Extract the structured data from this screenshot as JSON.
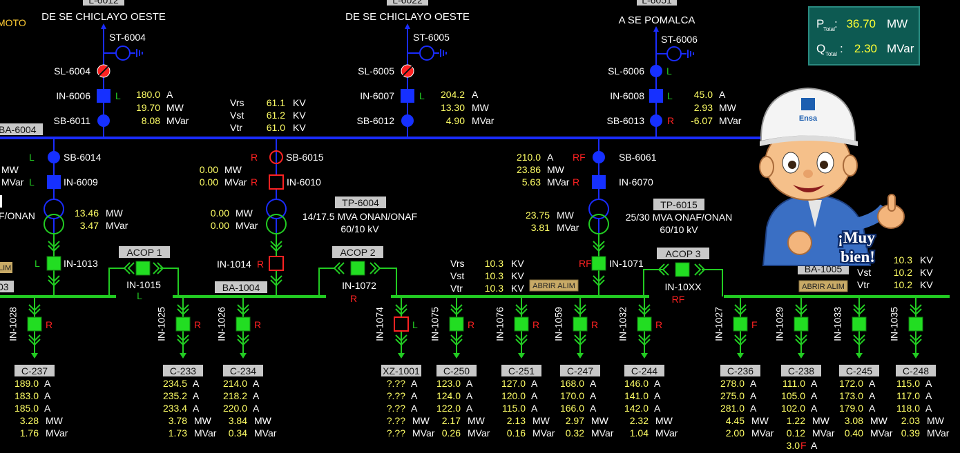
{
  "top_sources": [
    {
      "tag": "L-6012",
      "label": "DE SE CHICLAYO OESTE",
      "st": "ST-6004",
      "sl": "SL-6004",
      "in": "IN-6006",
      "sb": "SB-6011",
      "state": "L",
      "A": "180.0",
      "MW": "19.70",
      "MVar": "8.08"
    },
    {
      "tag": "L-6022",
      "label": "DE SE CHICLAYO OESTE",
      "st": "ST-6005",
      "sl": "SL-6005",
      "in": "IN-6007",
      "sb": "SB-6012",
      "state": "L",
      "A": "204.2",
      "MW": "13.30",
      "MVar": "4.90"
    },
    {
      "tag": "L-6051",
      "label": "A SE POMALCA",
      "st": "ST-6006",
      "sl": "SL-6006",
      "in": "IN-6008",
      "sb": "SB-6013",
      "state": "L",
      "sl_state": "L",
      "sb_state": "R",
      "A": "45.0",
      "MW": "2.93",
      "MVar": "-6.07"
    }
  ],
  "left_cut_label": "MOTO",
  "main_bus": {
    "tag": "BA-6004",
    "Vrs": "61.1",
    "Vst": "61.2",
    "Vtr": "61.0",
    "labels": {
      "vrs": "Vrs",
      "vst": "Vst",
      "vtr": "Vtr"
    },
    "unit": "KV"
  },
  "units": {
    "A": "A",
    "MW": "MW",
    "MVar": "MVar"
  },
  "totals": {
    "p_label": "P",
    "p_sub": "Total",
    "p_value": "36.70",
    "p_unit": "MW",
    "q_label": "Q",
    "q_sub": "Total",
    "q_value": "2.30",
    "q_unit": "MVar"
  },
  "transformer_bays": {
    "t1": {
      "sb": "SB-6014",
      "in": "IN-6009",
      "low": "IN-1013",
      "sb_state": "L",
      "in_state": "L",
      "low_state": "L",
      "hv_MW_cut": "MW",
      "hv_MVar_cut": "MVar",
      "spec_cut": "F/ONAN",
      "MW": "13.46",
      "MVar": "3.47"
    },
    "t2": {
      "sb": "SB-6015",
      "in": "IN-6010",
      "low": "IN-1014",
      "sb_state": "R",
      "in_state": "R",
      "low_state": "R",
      "hv_MW": "0.00",
      "hv_MVar": "0.00",
      "MW": "0.00",
      "MVar": "0.00",
      "tag": "TP-6004",
      "spec1": "14/17.5 MVA ONAN/ONAF",
      "spec2": "60/10 kV"
    },
    "t3": {
      "sb": "SB-6061",
      "in": "IN-6070",
      "low": "IN-1071",
      "sb_state": "RF",
      "in_state": "R",
      "low_state": "RF",
      "hv_A": "210.0",
      "hv_MW": "23.86",
      "hv_MVar": "5.63",
      "MW": "23.75",
      "MVar": "3.81",
      "tag": "TP-6015",
      "spec1": "25/30 MVA ONAF/ONAN",
      "spec2": "60/10 kV"
    }
  },
  "couplers": [
    {
      "tag": "ACOP 1",
      "in": "IN-1015",
      "state": "L"
    },
    {
      "tag": "ACOP 2",
      "in": "IN-1072",
      "state": "R"
    },
    {
      "tag": "ACOP 3",
      "in": "IN-10XX",
      "state": "RF"
    }
  ],
  "mv_buses": {
    "b1_cut": "03",
    "b1_btn_cut": "LIM",
    "b2": "BA-1004",
    "b4": "BA-1005"
  },
  "mv_meters": {
    "bus3": {
      "Vrs": "10.3",
      "Vst": "10.3",
      "Vtr": "10.3",
      "unit": "KV"
    },
    "bus4": {
      "Vrs": "10.3",
      "Vst": "10.2",
      "Vtr": "10.2",
      "unit": "KV"
    }
  },
  "abrir_label": "ABRIR ALIM",
  "feeders": [
    {
      "in": "IN-1028",
      "state": "R",
      "c": "C-237",
      "a1": "189.0",
      "a2": "183.0",
      "a3": "185.0",
      "mw": "3.28",
      "mvar": "1.76"
    },
    {
      "in": "IN-1025",
      "state": "R",
      "c": "C-233",
      "a1": "234.5",
      "a2": "235.2",
      "a3": "233.4",
      "mw": "3.78",
      "mvar": "1.73"
    },
    {
      "in": "IN-1026",
      "state": "R",
      "c": "C-234",
      "a1": "214.0",
      "a2": "218.2",
      "a3": "220.0",
      "mw": "3.84",
      "mvar": "0.34"
    },
    {
      "in": "IN-1074",
      "state": "L",
      "c": "XZ-1001",
      "a1": "?.??",
      "a2": "?.??",
      "a3": "?.??",
      "mw": "?.??",
      "mvar": "?.??"
    },
    {
      "in": "IN-1075",
      "state": "R",
      "c": "C-250",
      "a1": "123.0",
      "a2": "124.0",
      "a3": "122.0",
      "mw": "2.17",
      "mvar": "0.26"
    },
    {
      "in": "IN-1076",
      "state": "R",
      "c": "C-251",
      "a1": "127.0",
      "a2": "120.0",
      "a3": "115.0",
      "mw": "2.13",
      "mvar": "0.16"
    },
    {
      "in": "IN-1059",
      "state": "R",
      "c": "C-247",
      "a1": "168.0",
      "a2": "170.0",
      "a3": "166.0",
      "mw": "2.97",
      "mvar": "0.32"
    },
    {
      "in": "IN-1032",
      "state": "R",
      "c": "C-244",
      "a1": "146.0",
      "a2": "141.0",
      "a3": "142.0",
      "mw": "2.32",
      "mvar": "1.04"
    },
    {
      "in": "IN-1027",
      "state": "F",
      "c": "C-236",
      "a1": "278.0",
      "a2": "275.0",
      "a3": "281.0",
      "mw": "4.45",
      "mvar": "2.00"
    },
    {
      "in": "IN-1029",
      "state": "",
      "c": "C-238",
      "a1": "111.0",
      "a2": "105.0",
      "a3": "102.0",
      "mw": "1.22",
      "mvar": "0.12",
      "extra": "3.0",
      "extra_flag": "F"
    },
    {
      "in": "IN-1033",
      "state": "",
      "c": "C-245",
      "a1": "172.0",
      "a2": "173.0",
      "a3": "179.0",
      "mw": "3.08",
      "mvar": "0.40"
    },
    {
      "in": "IN-1035",
      "state": "",
      "c": "C-248",
      "a1": "115.0",
      "a2": "117.0",
      "a3": "118.0",
      "mw": "2.03",
      "mvar": "0.39"
    }
  ],
  "mascot": {
    "cap_text": "Ensa",
    "bubble1": "¡Muy",
    "bubble2": "bien!"
  },
  "colors": {
    "bus_hv": "#1a2cff",
    "bus_mv": "#22cc22",
    "breaker_blue": "#1630ff",
    "breaker_green": "#22dd22",
    "open_red": "#ff2222",
    "value": "#ffff66",
    "tag_bg": "#c8c8c8",
    "totals_bg": "#0d5a52"
  }
}
